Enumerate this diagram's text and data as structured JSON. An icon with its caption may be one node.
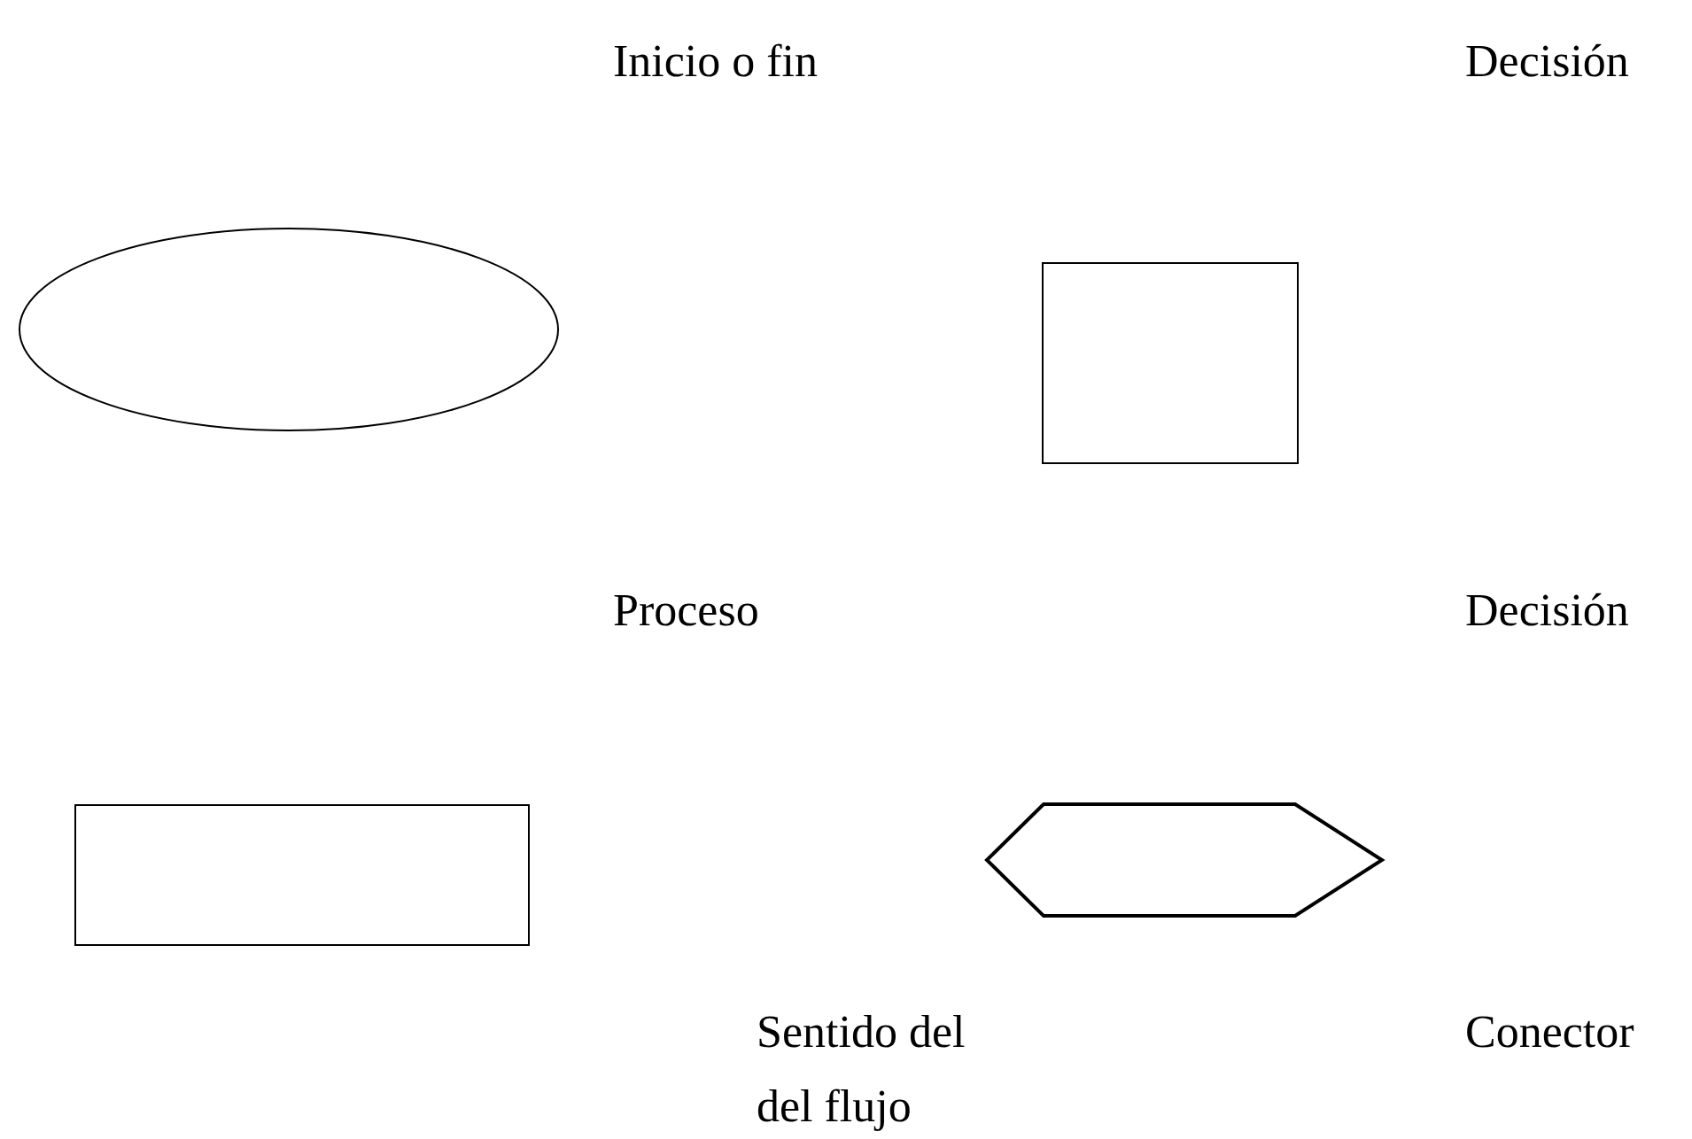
{
  "diagram": {
    "nodes": [
      {
        "text": [],
        "shape": "ellipse"
      },
      {
        "text": [],
        "shape": "box"
      },
      {
        "text": [],
        "shape": "box"
      },
      {
        "text": [],
        "shape": "hexagon"
      }
    ],
    "edges": [],
    "labels": [
      "Inicio o fin",
      "Decisión",
      "Proceso",
      "Decisión",
      "Sentido del del flujo",
      "Conector"
    ]
  }
}
